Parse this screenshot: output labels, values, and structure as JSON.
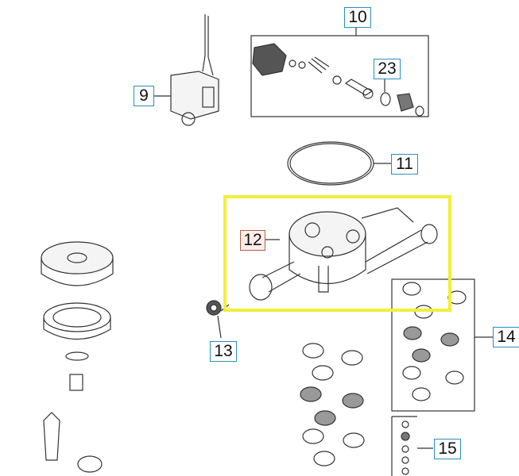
{
  "diagram": {
    "callouts": [
      {
        "id": "9",
        "label": "9"
      },
      {
        "id": "10",
        "label": "10"
      },
      {
        "id": "23",
        "label": "23"
      },
      {
        "id": "11",
        "label": "11"
      },
      {
        "id": "12",
        "label": "12",
        "highlighted": true
      },
      {
        "id": "13",
        "label": "13"
      },
      {
        "id": "14",
        "label": "14"
      },
      {
        "id": "15",
        "label": "15"
      }
    ],
    "highlight_color": "#f2ee3a",
    "callout_border_color": "#2a8fbf"
  }
}
